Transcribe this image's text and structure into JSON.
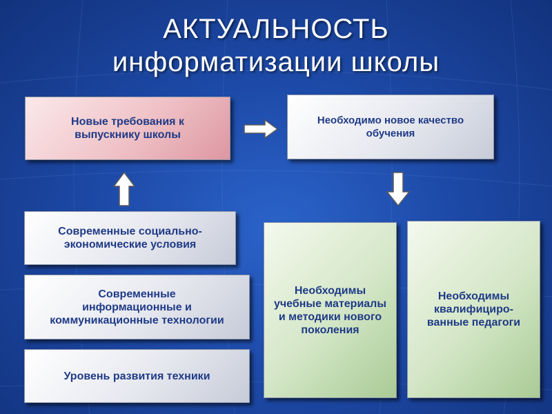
{
  "title": {
    "line1": "АКТУАЛЬНОСТЬ",
    "line2": "информатизации школы"
  },
  "boxes": {
    "requirements": "Новые требования к выпускнику школы",
    "new_quality": "Необходимо новое качество обучения",
    "socioeconomic": "Современные социально-экономические условия",
    "ict": "Современные информационные и коммуникационные технологии",
    "tech_level": "Уровень развития техники",
    "materials": "Необходимы учебные материалы и методики нового поколения",
    "teachers": "Необходимы квалифициро-ванные педагоги"
  },
  "colors": {
    "background": "#1d4aa8",
    "title": "#ffffff",
    "box_text": "#1f3a86",
    "box_pink": "#efc1c6",
    "box_grey": "#e6e8ef",
    "box_green": "#d3e6c6"
  }
}
